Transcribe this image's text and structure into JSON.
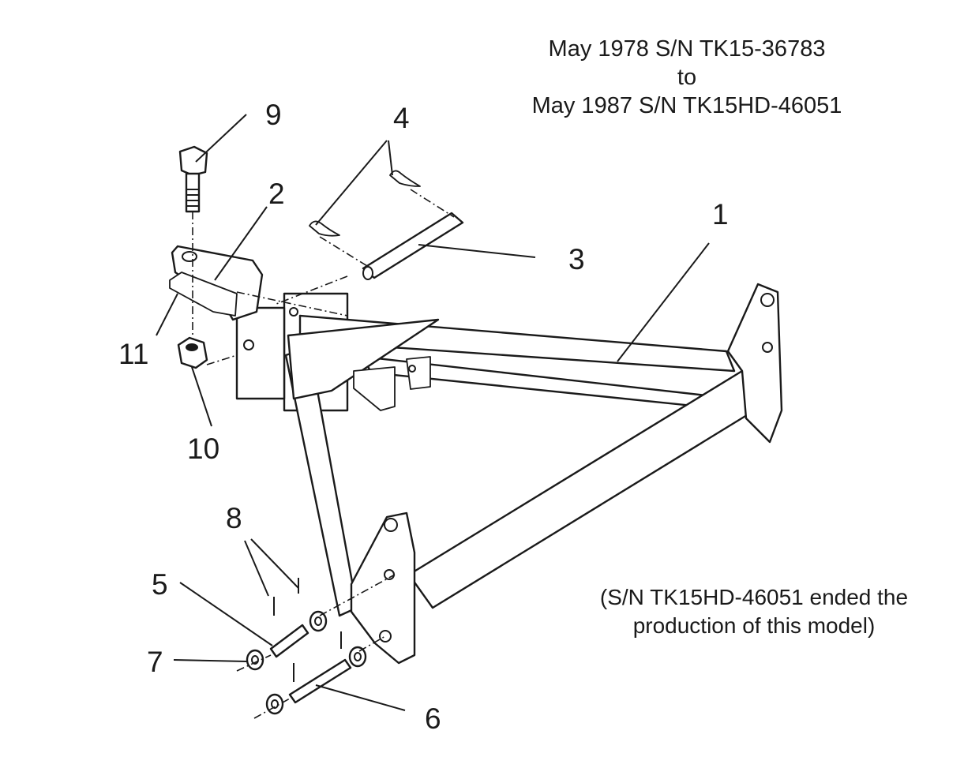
{
  "header": {
    "serial_start": "May 1978 S/N TK15-36783",
    "connector": "to",
    "serial_end": "May 1987 S/N TK15HD-46051"
  },
  "note": {
    "line1": "(S/N TK15HD-46051 ended the",
    "line2": "production of  this model)"
  },
  "callouts": {
    "c1": "1",
    "c2": "2",
    "c3": "3",
    "c4": "4",
    "c5": "5",
    "c6": "6",
    "c7": "7",
    "c8": "8",
    "c9": "9",
    "c10": "10",
    "c11": "11"
  }
}
